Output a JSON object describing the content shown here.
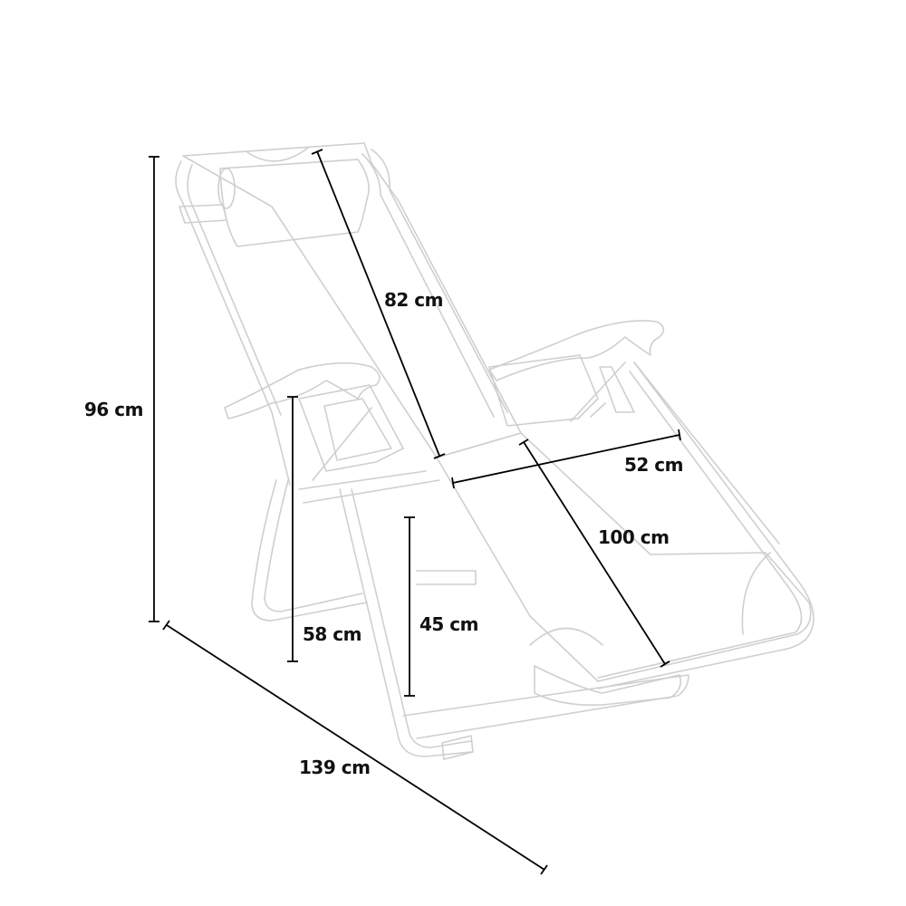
{
  "dimensions": {
    "total_height": "96 cm",
    "backrest_length": "82 cm",
    "seat_width": "52 cm",
    "seat_length": "100 cm",
    "armrest_height": "58 cm",
    "seat_height": "45 cm",
    "total_length": "139 cm"
  },
  "colors": {
    "outline": "#cfcfcf",
    "dimension_lines": "#000000",
    "text": "#111111",
    "background": "#ffffff"
  }
}
